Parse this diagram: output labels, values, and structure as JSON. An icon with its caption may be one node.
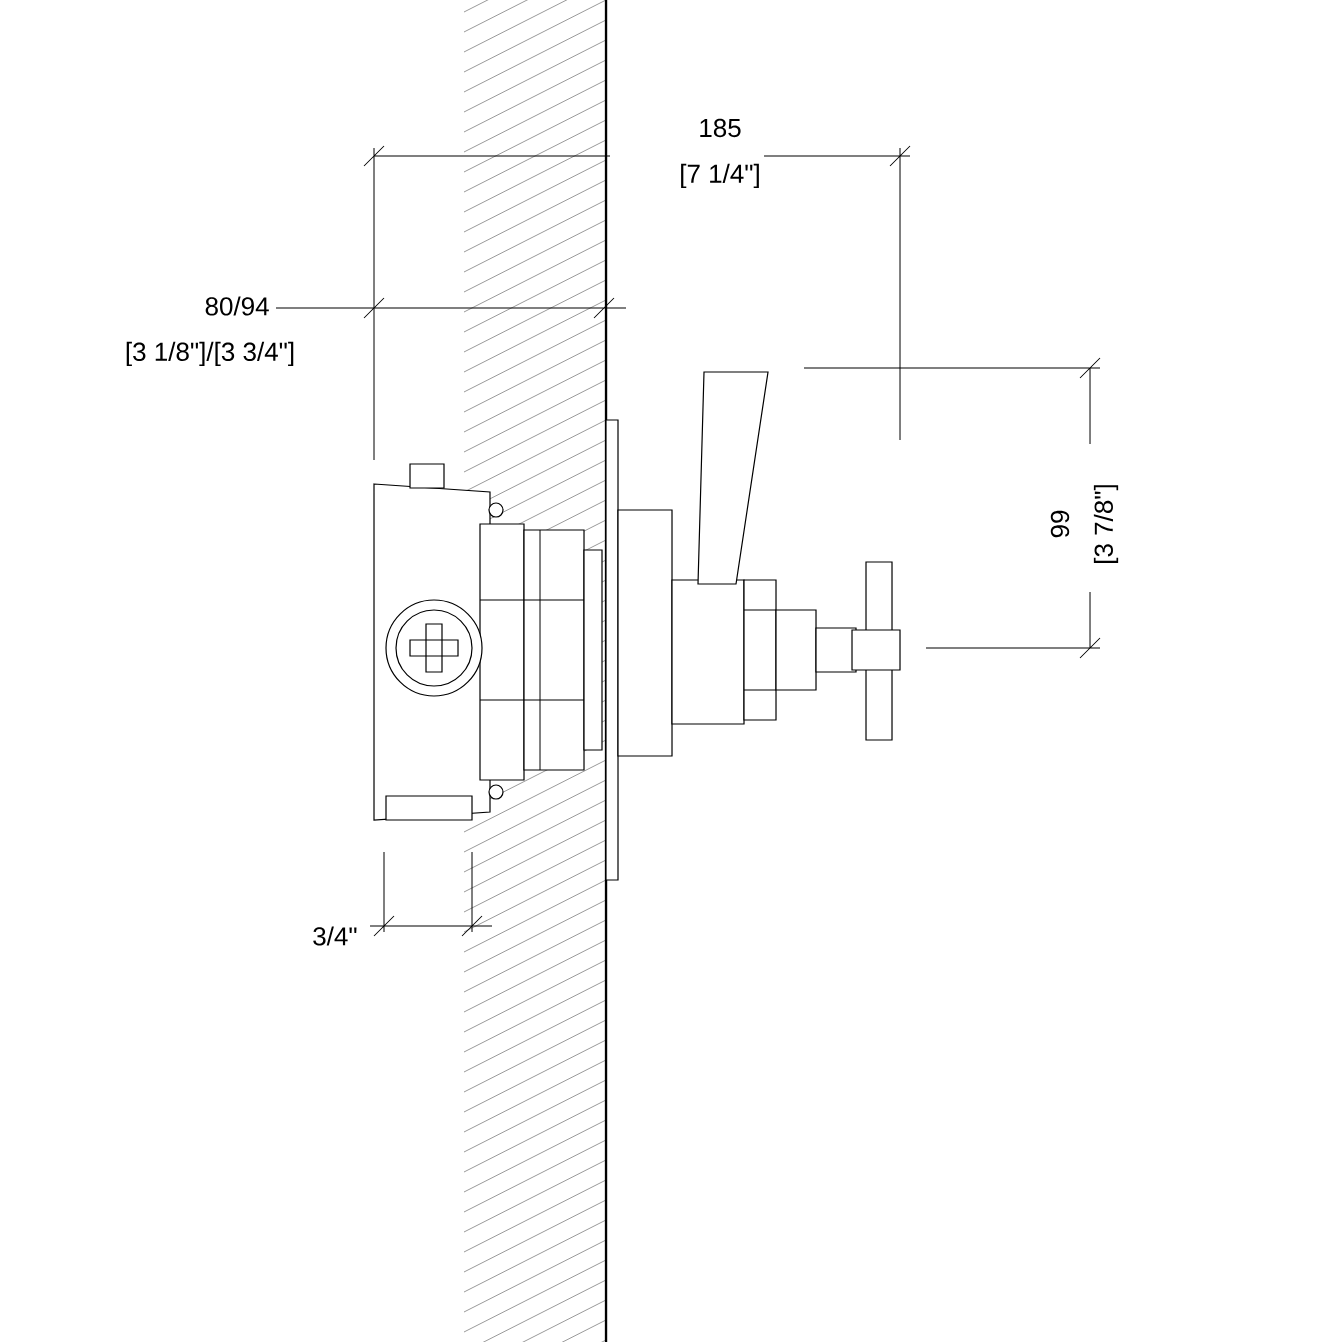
{
  "diagram": {
    "labels": [
      "185",
      "[7 1/4\"]",
      "80/94",
      "[3 1/8\"]/[3 3/4\"]",
      "99",
      "[3 7/8\"]",
      "3/4\""
    ]
  }
}
